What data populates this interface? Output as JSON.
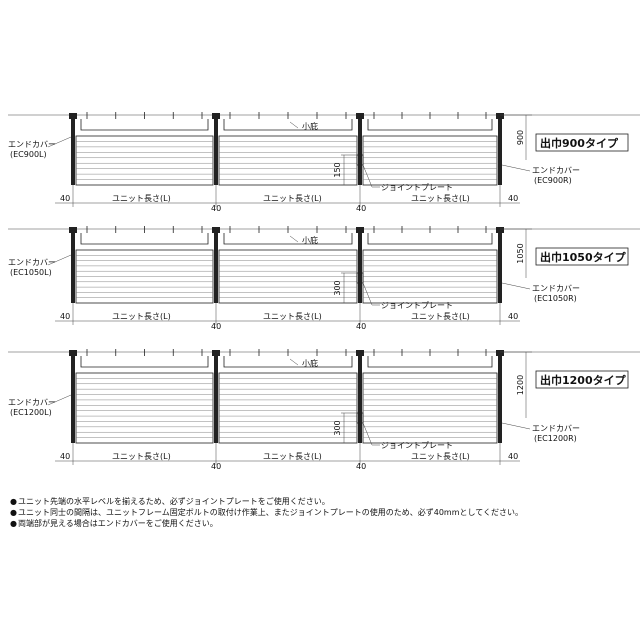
{
  "rows": [
    {
      "type_label": "出巾900タイプ",
      "height_dim": "900",
      "plate_dim": "150",
      "left_cover_name": "エンドカバー",
      "left_cover_code": "(EC900L)",
      "right_cover_name": "エンドカバー",
      "right_cover_code": "(EC900R)",
      "eave_label": "小庇",
      "joint_label": "ジョイントプレート",
      "edge_dim": "40",
      "unit_label": "ユニット長さ(L)"
    },
    {
      "type_label": "出巾1050タイプ",
      "height_dim": "1050",
      "plate_dim": "300",
      "left_cover_name": "エンドカバー",
      "left_cover_code": "(EC1050L)",
      "right_cover_name": "エンドカバー",
      "right_cover_code": "(EC1050R)",
      "eave_label": "小庇",
      "joint_label": "ジョイントプレート",
      "edge_dim": "40",
      "unit_label": "ユニット長さ(L)"
    },
    {
      "type_label": "出巾1200タイプ",
      "height_dim": "1200",
      "plate_dim": "300",
      "left_cover_name": "エンドカバー",
      "left_cover_code": "(EC1200L)",
      "right_cover_name": "エンドカバー",
      "right_cover_code": "(EC1200R)",
      "eave_label": "小庇",
      "joint_label": "ジョイントプレート",
      "edge_dim": "40",
      "unit_label": "ユニット長さ(L)"
    }
  ],
  "notes": [
    "ユニット先端の水平レベルを揃えるため、必ずジョイントプレートをご使用ください。",
    "ユニット同士の間隔は、ユニットフレーム固定ボルトの取付け作業上、またジョイントプレートの使用のため、必ず40mmとしてください。",
    "両端部が見える場合はエンドカバーをご使用ください。"
  ]
}
